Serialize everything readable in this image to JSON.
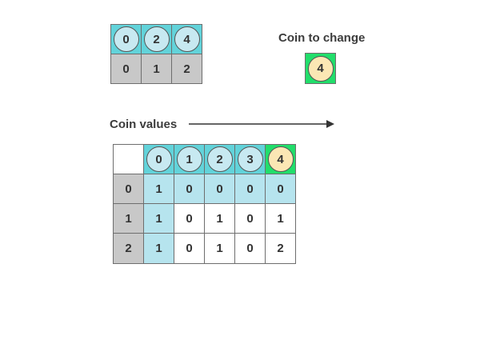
{
  "top_coin_row": [
    "0",
    "2",
    "4"
  ],
  "top_index_row": [
    "0",
    "1",
    "2"
  ],
  "coin_to_change": {
    "label": "Coin to change",
    "value": "4"
  },
  "coin_values_label": "Coin values",
  "table": {
    "header_coins": [
      "0",
      "1",
      "2",
      "3",
      "4"
    ],
    "row_labels": [
      "0",
      "1",
      "2"
    ],
    "rows": [
      [
        "1",
        "0",
        "0",
        "0",
        "0"
      ],
      [
        "1",
        "0",
        "1",
        "0",
        "1"
      ],
      [
        "1",
        "0",
        "1",
        "0",
        "2"
      ]
    ]
  },
  "colors": {
    "teal": "#62d3da",
    "gray": "#c8c8c8",
    "light_blue": "#b6e4ee",
    "green": "#22de6b",
    "coin_blue": "#c7e9f1",
    "coin_cream": "#fbe7b4"
  }
}
